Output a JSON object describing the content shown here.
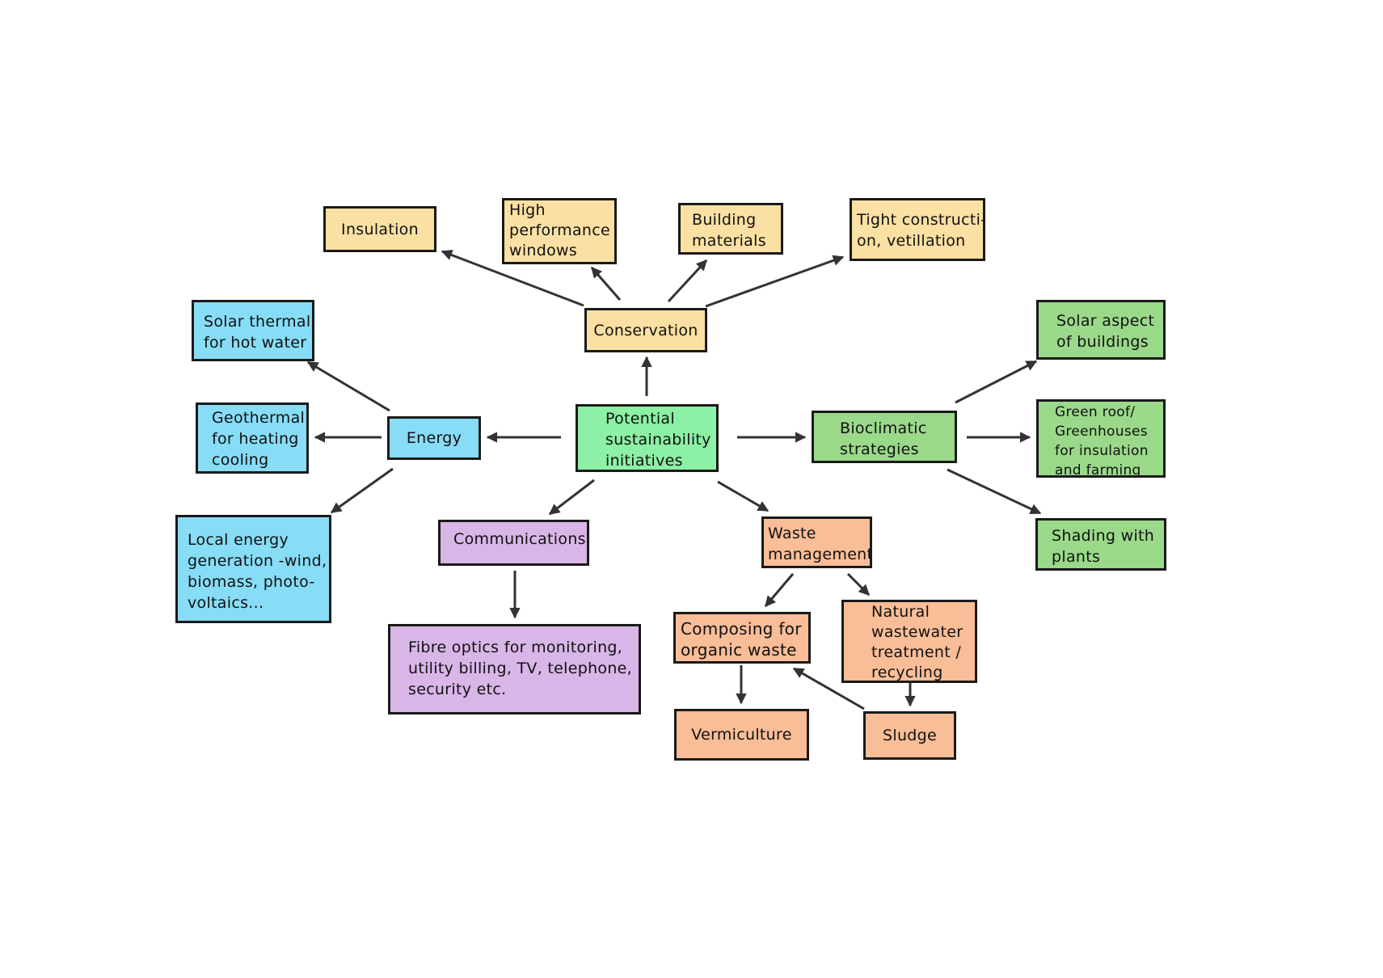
{
  "colors": {
    "center": "#8cf0a5",
    "conservation": "#fbe0a3",
    "energy": "#87dcf6",
    "bioclimatic": "#9ad98a",
    "communications": "#d9b6e8",
    "waste": "#f9bd97",
    "arrow": "#333333"
  },
  "nodes": {
    "center": {
      "lines": [
        "Potential",
        "sustainability",
        "initiatives"
      ]
    },
    "conservation": {
      "lines": [
        "Conservation"
      ]
    },
    "insulation": {
      "lines": [
        "Insulation"
      ]
    },
    "windows": {
      "lines": [
        "High",
        "performance",
        "windows"
      ]
    },
    "materials": {
      "lines": [
        "Building",
        "materials"
      ]
    },
    "tight": {
      "lines": [
        "Tight constructi-",
        "on, vetillation"
      ]
    },
    "energy": {
      "lines": [
        "Energy"
      ]
    },
    "solar_thermal": {
      "lines": [
        "Solar thermal",
        "for hot water"
      ]
    },
    "geothermal": {
      "lines": [
        "Geothermal",
        "for heating",
        "cooling"
      ]
    },
    "local_energy": {
      "lines": [
        "Local energy",
        "generation -wind,",
        "biomass, photo-",
        "voltaics..."
      ]
    },
    "communications": {
      "lines": [
        "Communications"
      ]
    },
    "fibre": {
      "lines": [
        "Fibre optics for monitoring,",
        "utility billing, TV, telephone,",
        "security etc."
      ]
    },
    "bioclimatic": {
      "lines": [
        "Bioclimatic",
        "strategies"
      ]
    },
    "solar_aspect": {
      "lines": [
        "Solar aspect",
        "of buildings"
      ]
    },
    "green_roof": {
      "lines": [
        "Green roof/",
        "Greenhouses",
        "for insulation",
        "and farming"
      ]
    },
    "shading": {
      "lines": [
        "Shading with",
        "plants"
      ]
    },
    "waste": {
      "lines": [
        "Waste",
        "management"
      ]
    },
    "composting": {
      "lines": [
        "Composing for",
        "organic waste"
      ]
    },
    "natural": {
      "lines": [
        "Natural",
        "wastewater",
        "treatment /",
        "recycling"
      ]
    },
    "vermiculture": {
      "lines": [
        "Vermiculture"
      ]
    },
    "sludge": {
      "lines": [
        "Sludge"
      ]
    }
  }
}
